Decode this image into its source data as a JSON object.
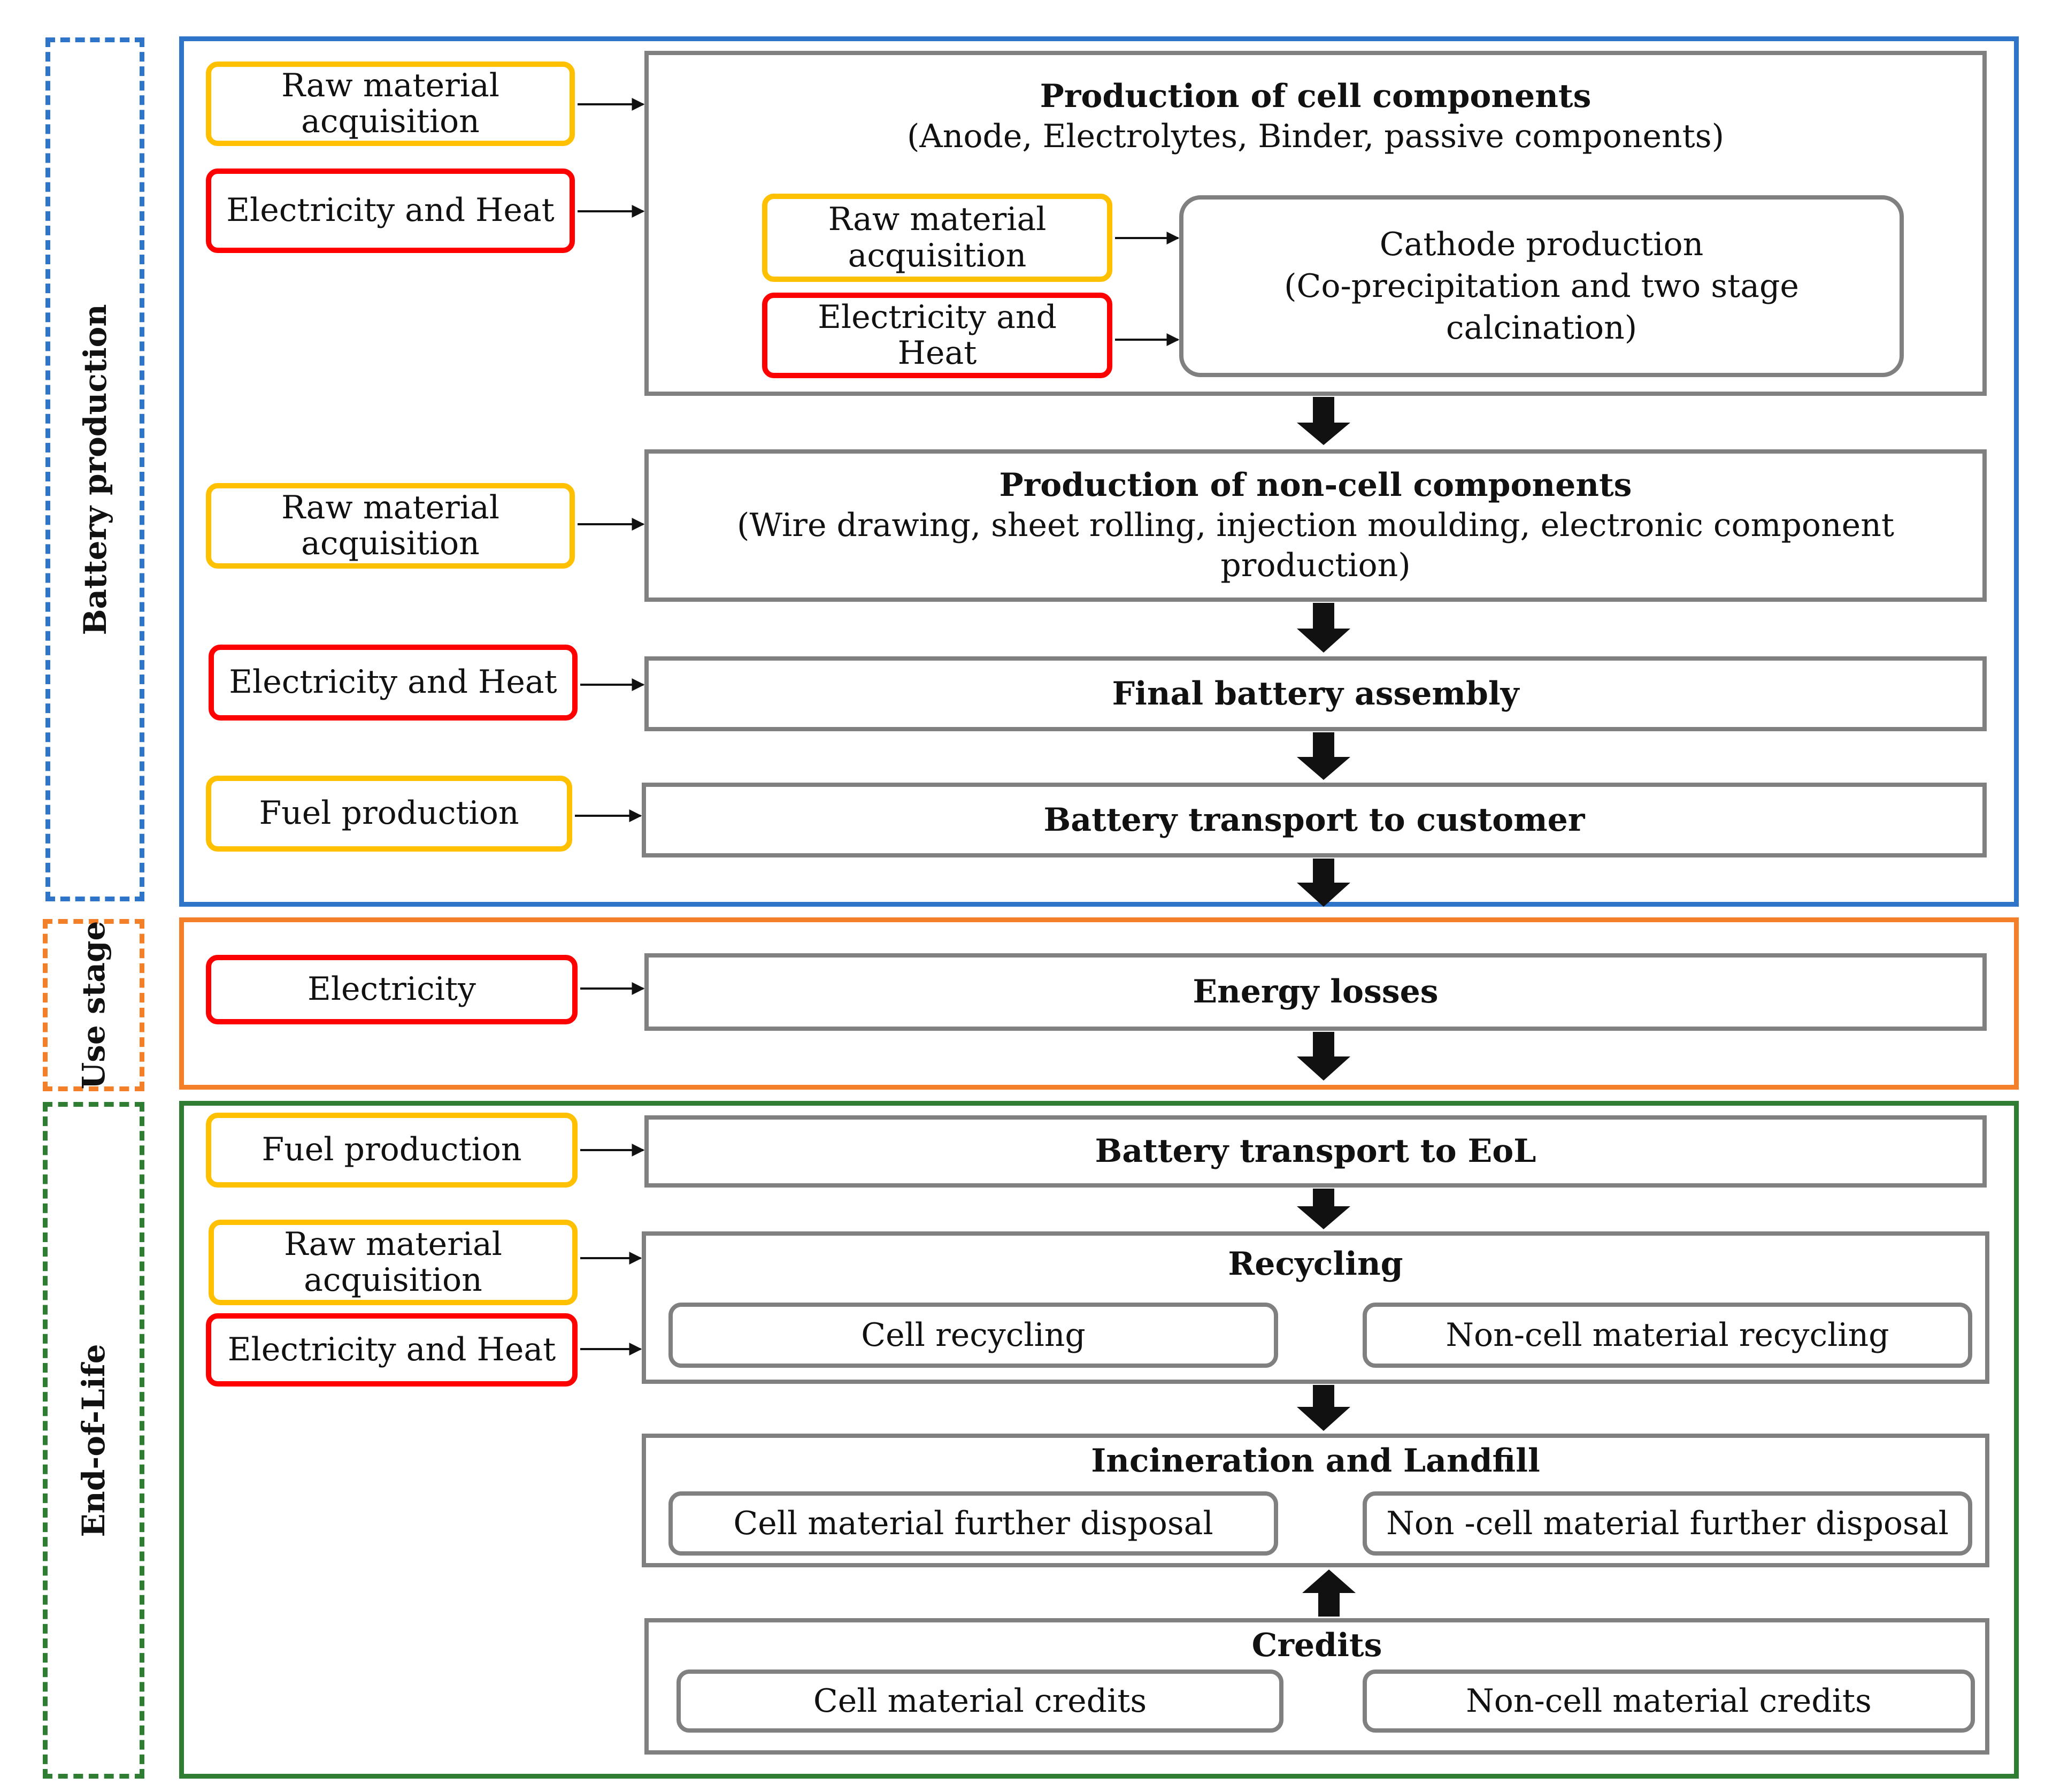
{
  "side_labels": {
    "battery": "Battery production",
    "use": "Use stage",
    "eol": "End-of-Life"
  },
  "inputs": {
    "raw_material": "Raw material acquisition",
    "elec_heat": "Electricity and Heat",
    "fuel": "Fuel production",
    "electricity": "Electricity"
  },
  "processes": {
    "cell_components": {
      "title": "Production of cell components",
      "detail": "(Anode, Electrolytes, Binder, passive components)"
    },
    "cathode": {
      "title": "Cathode production",
      "detail": "(Co-precipitation and two stage calcination)"
    },
    "non_cell": {
      "title": "Production of non-cell components",
      "detail": "(Wire drawing, sheet rolling, injection moulding, electronic component production)"
    },
    "final_assembly": "Final battery assembly",
    "transport_customer": "Battery transport to customer",
    "energy_losses": "Energy losses",
    "transport_eol": "Battery transport to EoL",
    "recycling": {
      "title": "Recycling",
      "cell": "Cell recycling",
      "non_cell": "Non-cell material recycling"
    },
    "incineration": {
      "title": "Incineration and Landfill",
      "cell": "Cell material further disposal",
      "non_cell": "Non -cell material further disposal"
    },
    "credits": {
      "title": "Credits",
      "cell": "Cell material credits",
      "non_cell": "Non-cell material credits"
    }
  },
  "colors": {
    "battery_stage": "#2e75c9",
    "use_stage": "#f47f29",
    "eol_stage": "#2e7d32",
    "raw_material_border": "#ffc000",
    "energy_border": "#ff0000",
    "process_border": "#808080"
  }
}
